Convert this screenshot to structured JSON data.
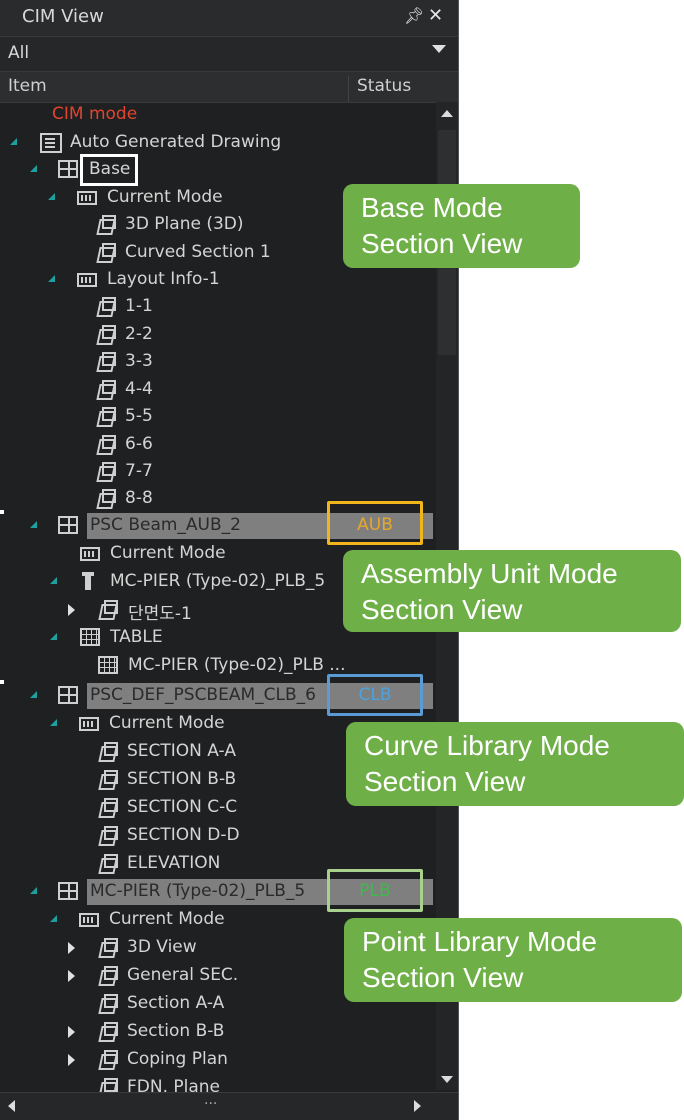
{
  "panel": {
    "title": "CIM View",
    "filter": "All",
    "columns": {
      "item": "Item",
      "status": "Status"
    }
  },
  "tree": {
    "cim_mode": "CIM mode",
    "auto_generated": "Auto Generated Drawing",
    "base": "Base",
    "base_current_mode": "Current Mode",
    "plane_3d": "3D Plane (3D)",
    "curved_section": "Curved Section 1",
    "layout_info": "Layout Info-1",
    "layout_items": [
      "1-1",
      "2-2",
      "3-3",
      "4-4",
      "5-5",
      "6-6",
      "7-7",
      "8-8"
    ],
    "psc_beam": "PSC Beam_AUB_2",
    "psc_beam_status": "AUB",
    "aub_current_mode": "Current Mode",
    "mc_pier_plb": "MC-PIER (Type-02)_PLB_5",
    "section_kr": "단면도-1",
    "table": "TABLE",
    "table_item": "MC-PIER (Type-02)_PLB ...",
    "psc_def": "PSC_DEF_PSCBEAM_CLB_6",
    "psc_def_status": "CLB",
    "clb_current_mode": "Current Mode",
    "clb_items": [
      "SECTION A-A",
      "SECTION B-B",
      "SECTION C-C",
      "SECTION D-D",
      "ELEVATION"
    ],
    "mc_pier": "MC-PIER (Type-02)_PLB_5",
    "mc_pier_status": "PLB",
    "plb_current_mode": "Current Mode",
    "plb_items": [
      "3D View",
      "General SEC.",
      "Section A-A",
      "Section B-B",
      "Coping Plan",
      "FDN. Plane"
    ]
  },
  "callouts": {
    "base": [
      "Base Mode",
      "Section View"
    ],
    "aub": [
      "Assembly Unit Mode",
      "Section View"
    ],
    "clb": [
      "Curve Library Mode",
      "Section View"
    ],
    "plb": [
      "Point Library Mode",
      "Section View"
    ]
  },
  "colors": {
    "cim_mode": "#e0452f",
    "aub": "#e6a82a",
    "clb": "#4aa3df",
    "plb": "#3fb94a",
    "aub_box": "#f2b51c",
    "clb_box": "#5b9bd5",
    "plb_box": "#a9d18e",
    "callout": "#6faf47"
  }
}
